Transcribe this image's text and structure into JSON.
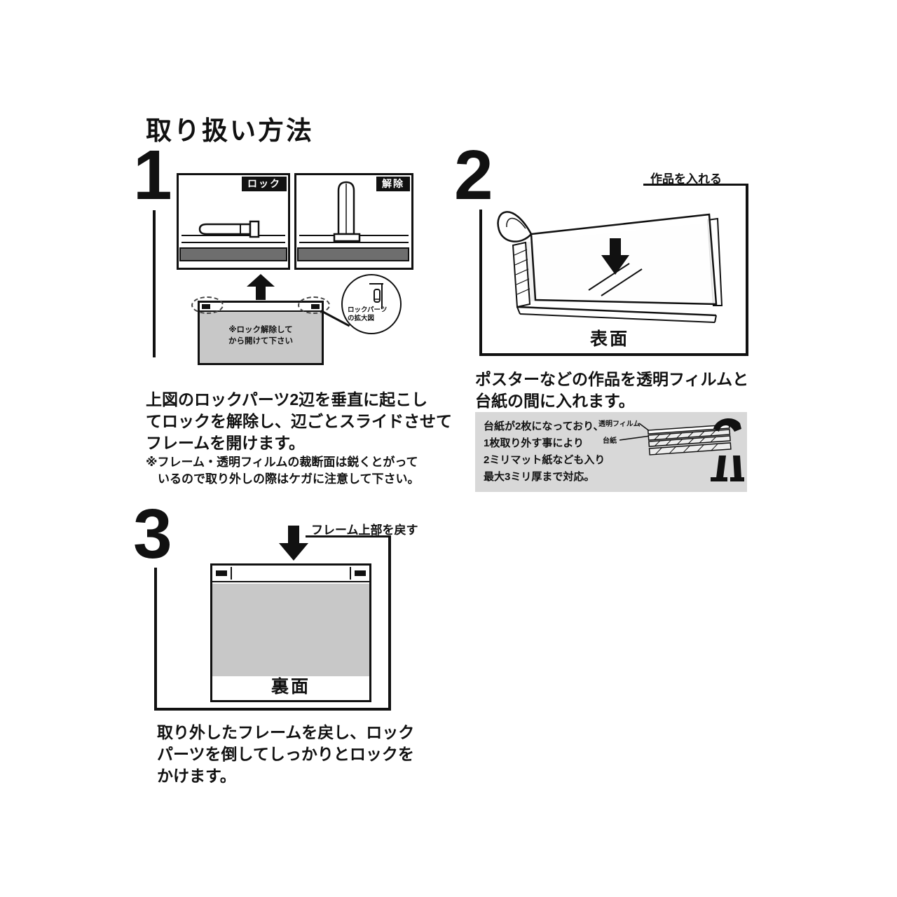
{
  "title": "取り扱い方法",
  "step1": {
    "number": "1",
    "lock_label": "ロック",
    "release_label": "解除",
    "callout_label": "ロックパーツ\nの拡大図",
    "frame_note": "※ロック解除して\nから開けて下さい",
    "body": "上図のロックパーツ2辺を垂直に起こし\nてロックを解除し、辺ごとスライドさせて\nフレームを開けます。",
    "note": "※フレーム・透明フィルムの裁断面は鋭くとがって\n　いるので取り外しの際はケガに注意して下さい。"
  },
  "step2": {
    "number": "2",
    "insert_label": "作品を入れる",
    "front_label": "表面",
    "body": "ポスターなどの作品を透明フィルムと\n台紙の間に入れます。",
    "info_text": "台紙が2枚になっており、\n1枚取り外す事により\n2ミリマット紙なども入り\n最大3ミリ厚まで対応。",
    "film_label": "透明フィルム",
    "board_label": "台紙"
  },
  "step3": {
    "number": "3",
    "return_label": "フレーム上部を戻す",
    "back_label": "裏面",
    "body": "取り外したフレームを戻し、ロック\nパーツを倒してしっかりとロックを\nかけます。"
  }
}
